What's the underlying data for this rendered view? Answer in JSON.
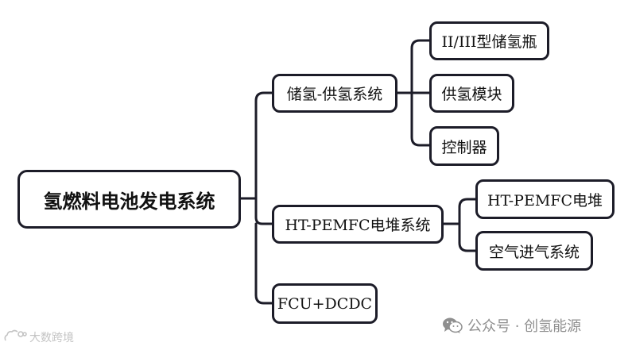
{
  "mindmap": {
    "root": {
      "label": "氢燃料电池发电系统"
    },
    "branches": [
      {
        "label": "储氢-供氢系统",
        "children": [
          {
            "label": "II/III型储氢瓶"
          },
          {
            "label": "供氢模块"
          },
          {
            "label": "控制器"
          }
        ]
      },
      {
        "label": "HT-PEMFC电堆系统",
        "children": [
          {
            "label": "HT-PEMFC电堆"
          },
          {
            "label": "空气进气系统"
          }
        ]
      },
      {
        "label": "FCU+DCDC",
        "children": []
      }
    ]
  },
  "watermarks": {
    "bottom_left": "大数跨境",
    "bottom_right": "公众号 · 创氢能源",
    "bottom_right_icon": "wechat-icon",
    "bottom_left_icon": "cloud-logo-icon"
  },
  "colors": {
    "stroke": "#1c1c28",
    "node_fill": "#ffffff",
    "text": "#111111",
    "watermark": "#8f8f8f"
  }
}
